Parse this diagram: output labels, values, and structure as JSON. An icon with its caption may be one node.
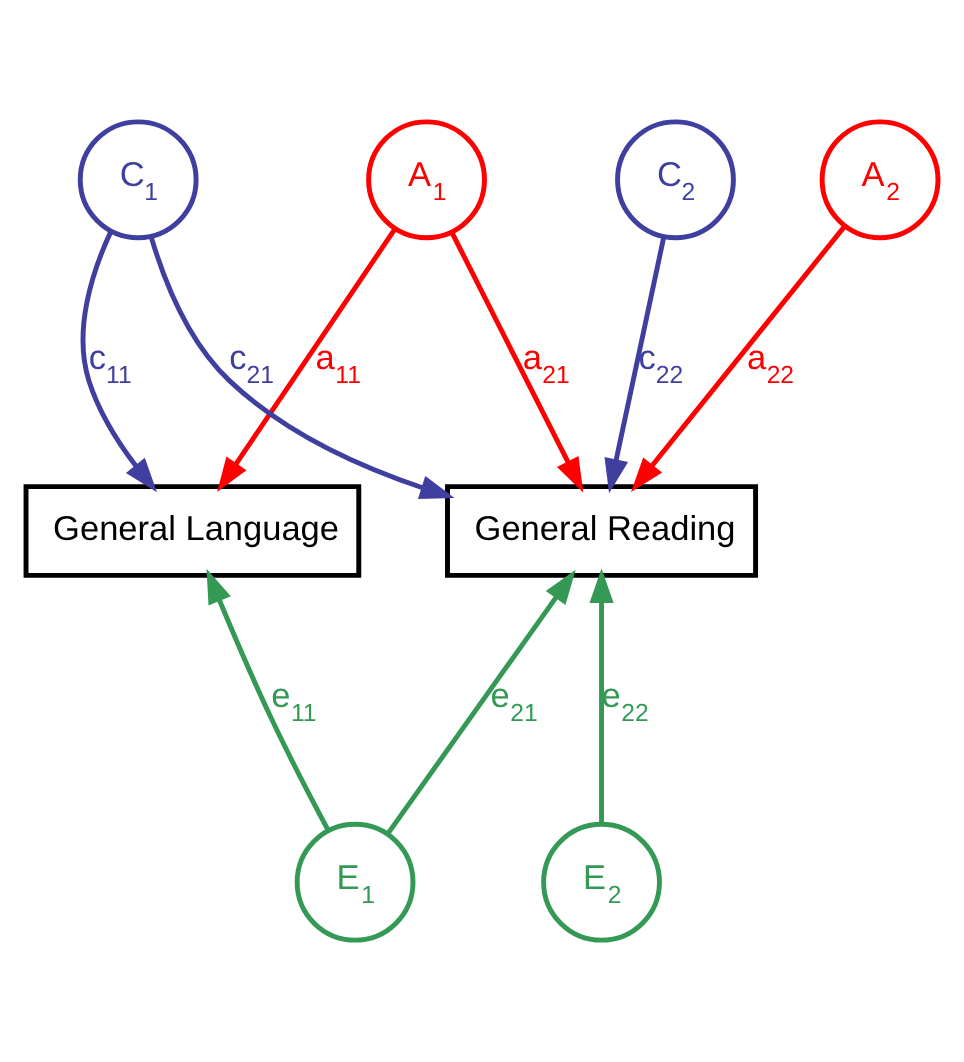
{
  "diagram": {
    "nodes": [
      {
        "text": [
          "A$_{1}$"
        ]
      },
      {
        "text": [
          "C$_{1}$"
        ]
      },
      {
        "text": [
          "A$_{2}$"
        ]
      },
      {
        "text": [
          "C$_{2}$"
        ]
      },
      {
        "text": [
          "General Language"
        ]
      },
      {
        "text": [
          "General Reading"
        ]
      },
      {
        "text": [
          "E$_{1}$"
        ]
      },
      {
        "text": [
          "E$_{2}$"
        ]
      }
    ],
    "edges": [
      {
        "from": 0,
        "to": 4,
        "arrow": "to",
        "label": "a$_{11}$",
        "color": "#ff0000"
      },
      {
        "from": 0,
        "to": 5,
        "arrow": "to",
        "label": "a$_{21}$",
        "color": "#ff0000"
      },
      {
        "from": 1,
        "to": 4,
        "arrow": "to",
        "label": "c$_{11}$",
        "color": "#3f3fa0"
      },
      {
        "from": 1,
        "to": 5,
        "arrow": "to",
        "label": "c$_{21}$",
        "color": "#3f3fa0"
      },
      {
        "from": 2,
        "to": 5,
        "arrow": "to",
        "label": "a$_{22}$",
        "color": "#ff0000"
      },
      {
        "from": 3,
        "to": 5,
        "arrow": "to",
        "label": "c$_{22}$",
        "color": "#3f3fa0"
      },
      {
        "from": 6,
        "to": 4,
        "arrow": "to",
        "label": "e$_{11}$",
        "color": "#339955"
      },
      {
        "from": 6,
        "to": 5,
        "arrow": "to",
        "label": "e$_{21}$",
        "color": "#339955"
      },
      {
        "from": 7,
        "to": 5,
        "arrow": "to",
        "label": "e$_{22}$",
        "color": "#339955"
      }
    ]
  }
}
